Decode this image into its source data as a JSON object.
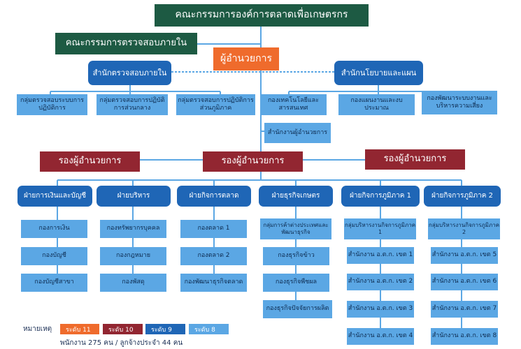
{
  "top": {
    "committee": "คณะกรรมการองค์การตลาดเพื่อเกษตรกร",
    "audit_committee": "คณะกรรมการตรวจสอบภายใน",
    "director": "ผู้อำนวยการ"
  },
  "offices": {
    "internal_audit": "สำนักตรวจสอบภายใน",
    "policy_plan": "สำนักนโยบายและแผน",
    "director_office": "สำนักงานผู้อำนวยการ"
  },
  "audit_groups": [
    "กลุ่มตรวจสอบระบบการปฏิบัติการ",
    "กลุ่มตรวจสอบการปฏิบัติการส่วนกลาง",
    "กลุ่มตรวจสอบการปฏิบัติการส่วนภูมิภาค"
  ],
  "policy_divisions": [
    "กองเทคโนโลยีและสารสนเทศ",
    "กองแผนงานและงบประมาณ",
    "กองพัฒนาระบบงานและบริหารความเสี่ยง"
  ],
  "deputies": [
    "รองผู้อำนวยการ",
    "รองผู้อำนวยการ",
    "รองผู้อำนวยการ"
  ],
  "departments": [
    {
      "name": "ฝ่ายการเงินและบัญชี",
      "units": [
        "กองการเงิน",
        "กองบัญชี",
        "กองบัญชีสาขา"
      ]
    },
    {
      "name": "ฝ่ายบริหาร",
      "units": [
        "กองทรัพยากรบุคคล",
        "กองกฎหมาย",
        "กองพัสดุ"
      ]
    },
    {
      "name": "ฝ่ายกิจการตลาด",
      "units": [
        "กองตลาด 1",
        "กองตลาด 2",
        "กองพัฒนาธุรกิจตลาด"
      ]
    },
    {
      "name": "ฝ่ายธุรกิจเกษตร",
      "units": [
        "กลุ่มการค้าต่างประเทศและพัฒนาธุรกิจ",
        "กองธุรกิจข้าว",
        "กองธุรกิจพืชผล",
        "กองธุรกิจปัจจัยการผลิต"
      ]
    },
    {
      "name": "ฝ่ายกิจการภูมิภาค 1",
      "units": [
        "กลุ่มบริหารงานกิจการภูมิภาค 1",
        "สำนักงาน อ.ต.ก. เขต 1",
        "สำนักงาน อ.ต.ก. เขต 2",
        "สำนักงาน อ.ต.ก. เขต 3",
        "สำนักงาน อ.ต.ก. เขต 4"
      ]
    },
    {
      "name": "ฝ่ายกิจการภูมิภาค 2",
      "units": [
        "กลุ่มบริหารงานกิจการภูมิภาค 2",
        "สำนักงาน อ.ต.ก. เขต 5",
        "สำนักงาน อ.ต.ก. เขต 6",
        "สำนักงาน อ.ต.ก. เขต 7",
        "สำนักงาน อ.ต.ก. เขต 8"
      ]
    }
  ],
  "legend": {
    "label": "หมายเหตุ",
    "items": [
      {
        "text": "ระดับ 11",
        "color": "#ef6b2c"
      },
      {
        "text": "ระดับ 10",
        "color": "#922631"
      },
      {
        "text": "ระดับ 9",
        "color": "#1f66b6"
      },
      {
        "text": "ระดับ 8",
        "color": "#5ba7e4"
      }
    ]
  },
  "footer": "พนักงาน 275 คน / ลูกจ้างประจำ 44 คน"
}
